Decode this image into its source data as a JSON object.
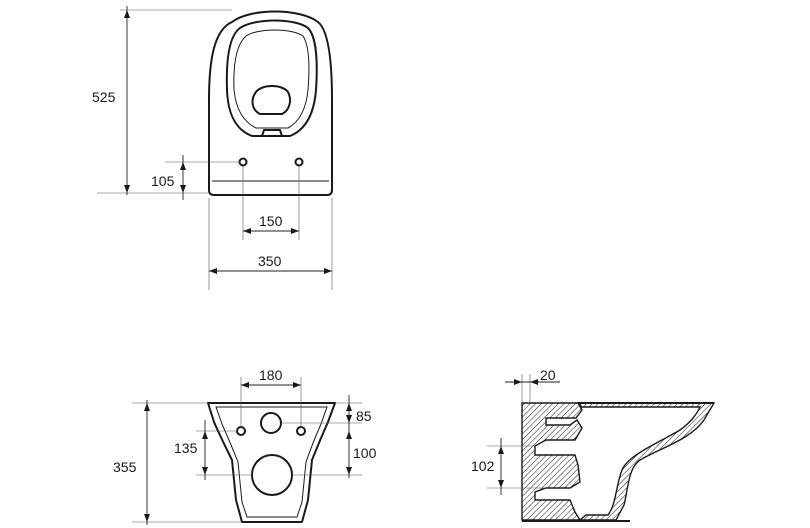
{
  "top_view": {
    "dim_overall_length": "525",
    "dim_hole_offset": "105",
    "dim_hole_spacing": "150",
    "dim_overall_width": "350"
  },
  "rear_view": {
    "dim_top_width": "180",
    "dim_top_to_hole": "85",
    "dim_side_height": "135",
    "dim_overall_height": "355",
    "dim_hole_spacing_vertical": "100"
  },
  "side_section": {
    "dim_wall_gap": "20",
    "dim_outlet_height": "102"
  }
}
